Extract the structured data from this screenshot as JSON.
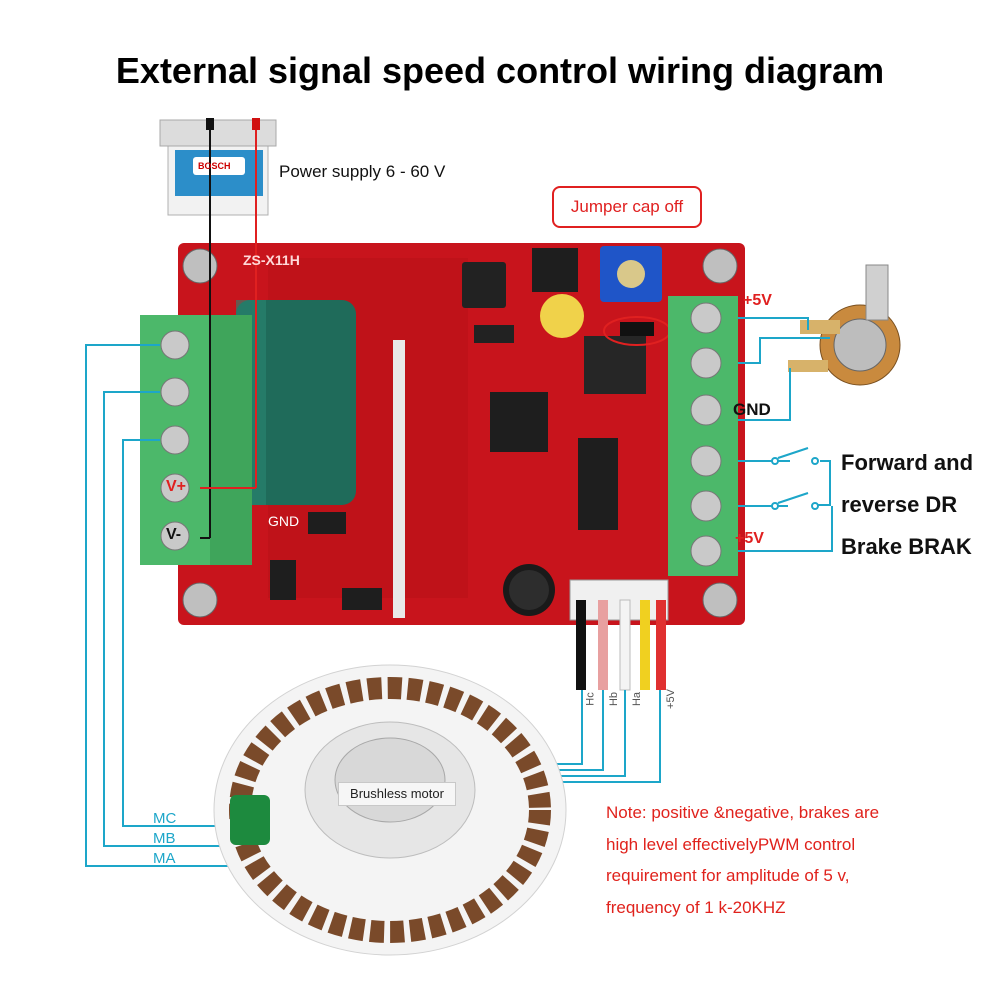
{
  "title": "External signal speed control wiring diagram",
  "power_supply_label": "Power supply 6 - 60 V",
  "battery_brand": "BOSCH",
  "jumper_label": "Jumper cap off",
  "board_label": "ZS-X11H",
  "right_terminals": {
    "top_5v": "+5V",
    "gnd": "GND",
    "bottom_5v": "+5V"
  },
  "left_terminals": {
    "v_plus": "V+",
    "v_minus": "V-",
    "gnd": "GND"
  },
  "functions": {
    "line1": "Forward and",
    "line2": "reverse DR",
    "line3": "Brake BRAK"
  },
  "hall_labels": [
    "Hc",
    "Hb",
    "Ha",
    "+5V"
  ],
  "motor_phase_labels": [
    "MC",
    "MB",
    "MA"
  ],
  "motor_label": "Brushless motor",
  "note_lines": [
    "Note: positive &negative, brakes are",
    "high level effectivelyPWM control",
    "requirement for amplitude of 5 v,",
    "frequency of 1 k-20KHZ"
  ],
  "colors": {
    "board_red": "#c8141c",
    "terminal_green": "#4cb86a",
    "wire_cyan": "#1da6c9",
    "note_red": "#e0221c",
    "capacitor_green": "#1f6b5a"
  }
}
